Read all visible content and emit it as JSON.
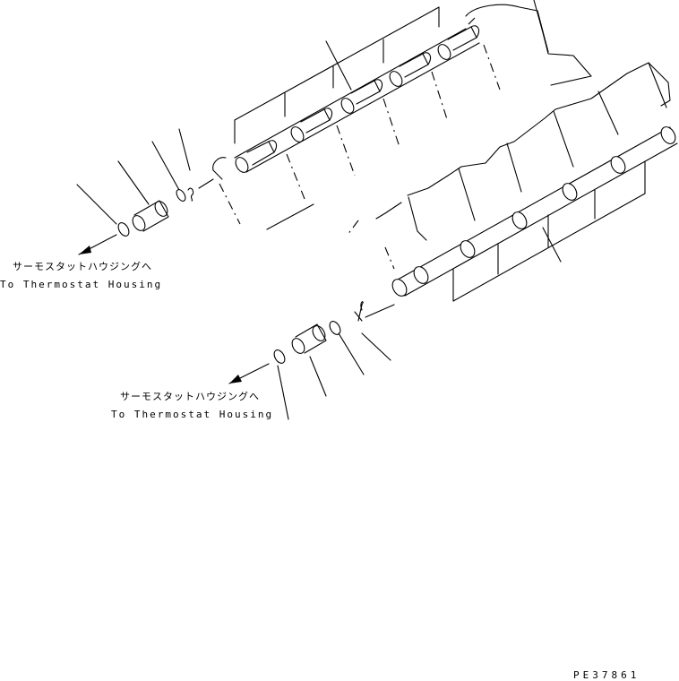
{
  "labels": {
    "upper": {
      "jp": "サーモスタットハウジングへ",
      "en": "To Thermostat Housing"
    },
    "lower": {
      "jp": "サーモスタットハウジングへ",
      "en": "To Thermostat Housing"
    },
    "drawing_code": "PE37861"
  }
}
